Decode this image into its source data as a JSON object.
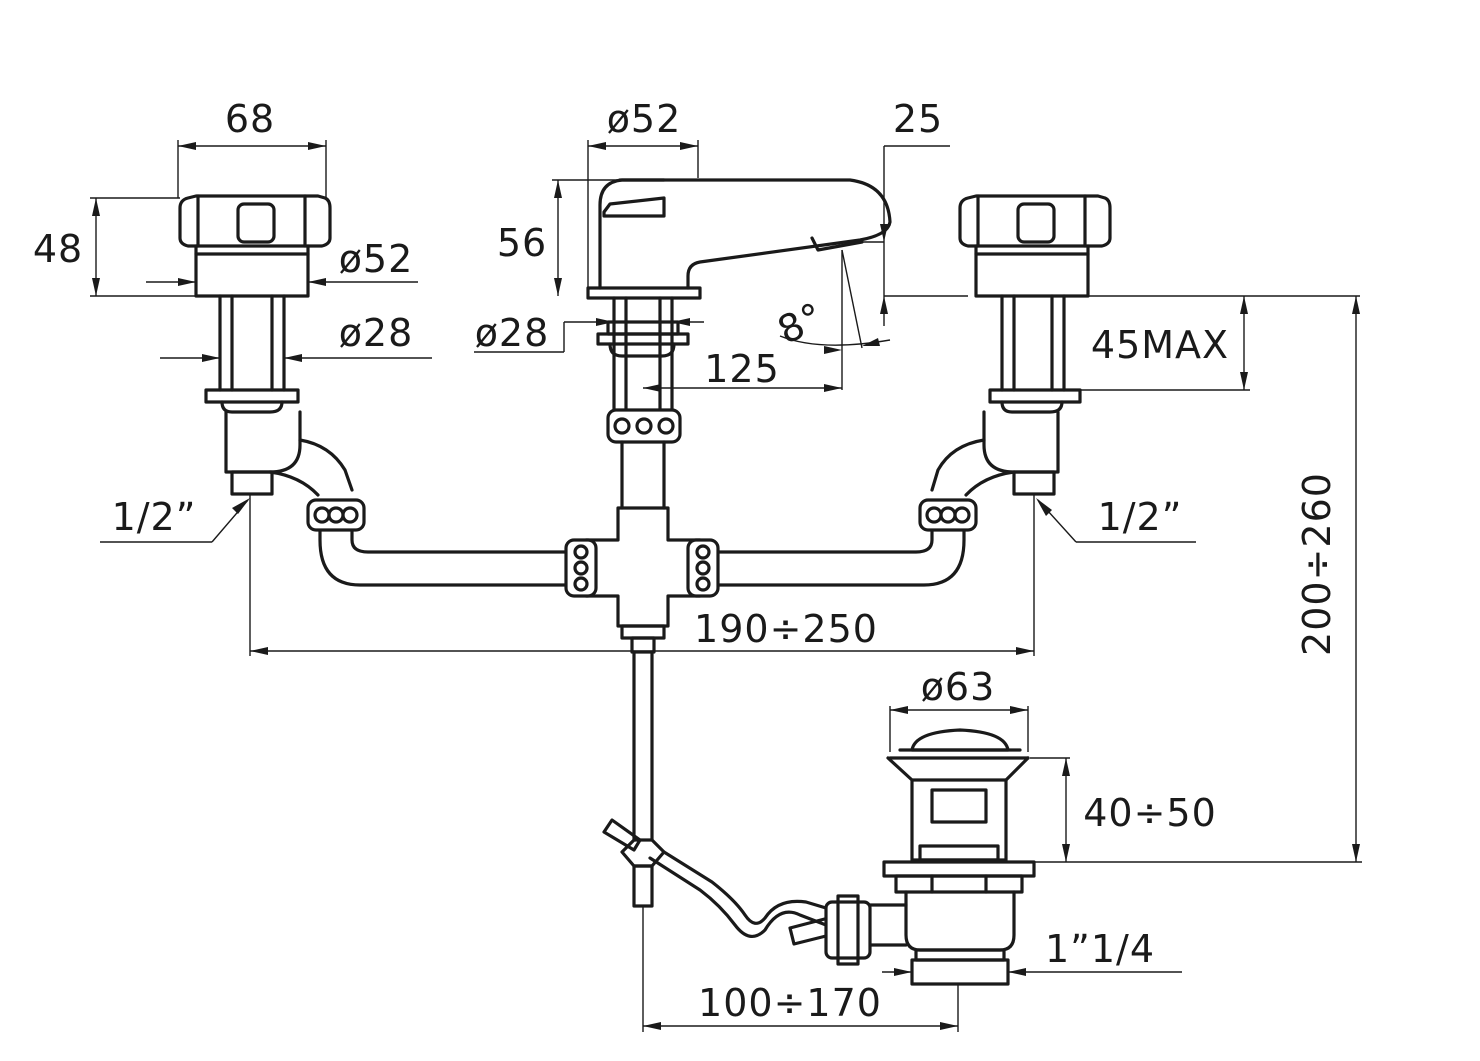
{
  "dimensions": {
    "left_tap_width": "68",
    "left_tap_height": "48",
    "left_tap_flange_dia": "ø52",
    "left_tap_shank_dia": "ø28",
    "spout_flange_dia": "ø52",
    "spout_height": "56",
    "spout_shank_dia": "ø28",
    "spout_tip": "25",
    "spout_angle": "8°",
    "spout_reach": "125",
    "left_inlet": "1/2”",
    "right_inlet": "1/2”",
    "max_deck_thickness": "45MAX",
    "tap_spacing": "190÷250",
    "overall_height": "200÷260",
    "waste_dia": "ø63",
    "waste_height": "40÷50",
    "waste_thread": "1”1/4",
    "waste_offset": "100÷170"
  }
}
